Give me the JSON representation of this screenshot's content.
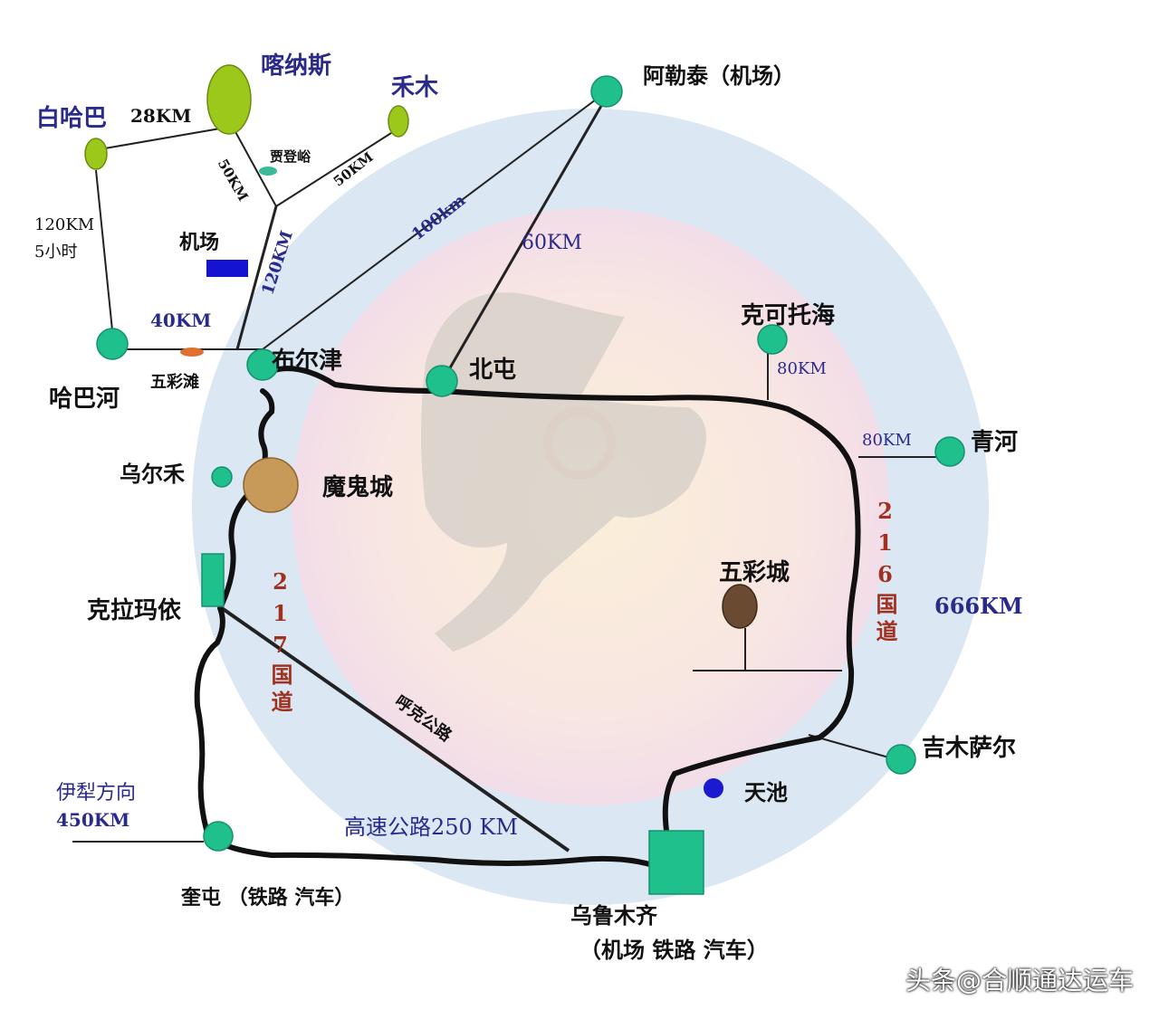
{
  "places": {
    "kanas": "喀纳斯",
    "hemu": "禾木",
    "baihaba": "白哈巴",
    "jiadengyu": "贾登峪",
    "airport": "机场",
    "habahe": "哈巴河",
    "wucaitan": "五彩滩",
    "burqin": "布尔津",
    "beitun": "北屯",
    "altay": "阿勒泰（机场）",
    "koktokay": "克可托海",
    "qinghe": "青河",
    "wuerhe": "乌尔禾",
    "devil_city": "魔鬼城",
    "karamay": "克拉玛依",
    "wucaicheng": "五彩城",
    "jimsar": "吉木萨尔",
    "tianchi": "天池",
    "yili": "伊犁方向",
    "kuitun": "奎屯 （铁路 汽车）",
    "urumqi_1": "乌鲁木齐",
    "urumqi_2": "（机场 铁路 汽车）"
  },
  "distances": {
    "baihaba_kanas": "28KM",
    "baihaba_habahe_1": "120KM",
    "baihaba_habahe_2": "5小时",
    "kanas_jiadengyu": "50KM",
    "hemu_road": "50KM",
    "burqin_north": "120KM",
    "burqin_altay": "100km",
    "beitun_altay": "60KM",
    "habahe_burqin": "40KM",
    "koktokay": "80KM",
    "qinghe": "80KM",
    "loop_total": "666KM",
    "yili": "450KM",
    "expressway": "高速公路250 KM",
    "hu_ke_road": "呼克公路"
  },
  "routes": {
    "g216": "216国道",
    "g217": "217国道"
  },
  "watermark": "头条@合顺通达运车",
  "colors": {
    "town": "#20c08c",
    "scenic": "#9cc81c",
    "airport": "#1414d0",
    "tianchi": "#1a1ad0",
    "road": "#111111"
  }
}
